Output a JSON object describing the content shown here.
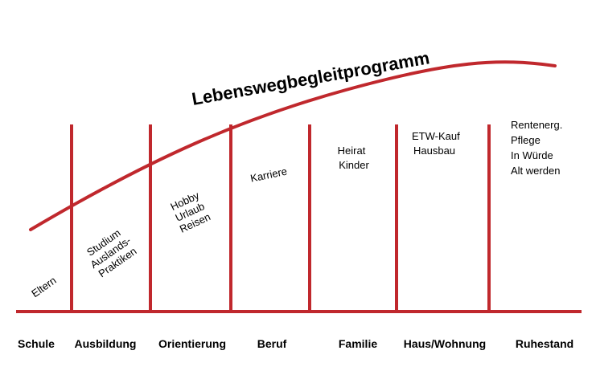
{
  "title": "Lebenswegbegleitprogramm",
  "colors": {
    "line": "#c0282d",
    "text": "#000000",
    "background": "#ffffff"
  },
  "stages": [
    {
      "label": "Schule",
      "notes": [
        "Eltern"
      ]
    },
    {
      "label": "Ausbildung",
      "notes": [
        "Studium",
        "Auslands-",
        "Praktiken"
      ]
    },
    {
      "label": "Orientierung",
      "notes": [
        "Hobby",
        "Urlaub",
        "Reisen"
      ]
    },
    {
      "label": "Beruf",
      "notes": [
        "Karriere"
      ]
    },
    {
      "label": "Familie",
      "notes": [
        "Heirat",
        "Kinder"
      ]
    },
    {
      "label": "Haus/Wohnung",
      "notes": [
        "ETW-Kauf",
        "Hausbau"
      ]
    },
    {
      "label": "Ruhestand",
      "notes": [
        "Rentenerg.",
        "Pflege",
        "In Würde",
        "Alt werden"
      ]
    }
  ]
}
